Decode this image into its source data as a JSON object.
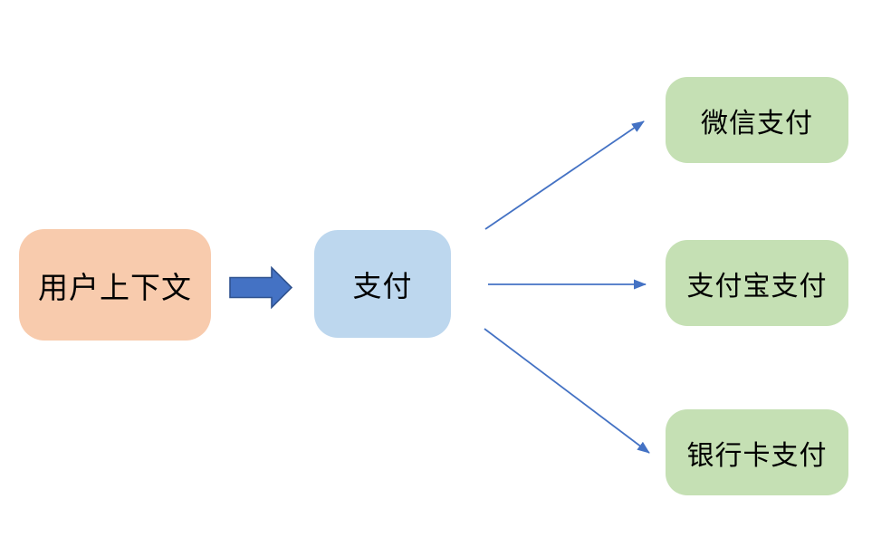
{
  "diagram": {
    "background_color": "#FFFFFF",
    "text_color": "#000000",
    "source_node": {
      "label": "用户上下文",
      "fill": "#F8CBAD"
    },
    "hub_node": {
      "label": "支付",
      "fill": "#BDD7EE"
    },
    "target_nodes": [
      {
        "label": "微信支付",
        "fill": "#C5E0B4"
      },
      {
        "label": "支付宝支付",
        "fill": "#C5E0B4"
      },
      {
        "label": "银行卡支付",
        "fill": "#C5E0B4"
      }
    ],
    "block_arrow": {
      "fill": "#4472C4",
      "border": "#2F528F"
    },
    "connector_color": "#4472C4"
  }
}
